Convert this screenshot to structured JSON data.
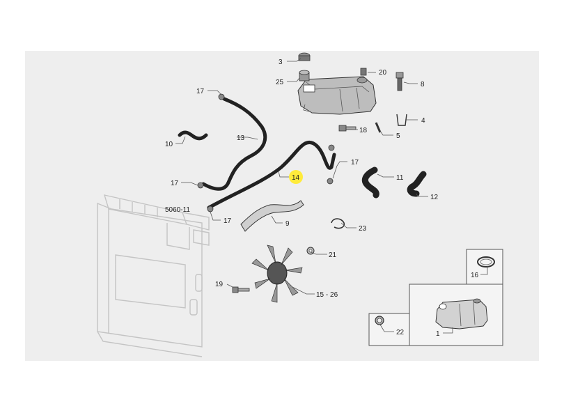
{
  "colors": {
    "background": "#eeeeee",
    "highlight": "#ffeb3b",
    "line": "#555555",
    "part_fill": "#bdbdbd"
  },
  "callouts": {
    "c1": "1",
    "c3": "3",
    "c4": "4",
    "c5": "5",
    "c8": "8",
    "c9": "9",
    "c10": "10",
    "c11": "11",
    "c12": "12",
    "c13": "13",
    "c14": "14",
    "c16": "16",
    "c17a": "17",
    "c17b": "17",
    "c17c": "17",
    "c17d": "17",
    "c18": "18",
    "c19": "19",
    "c20": "20",
    "c21": "21",
    "c22": "22",
    "c23": "23",
    "c25": "25",
    "c15_26": "15 - 26",
    "ref": "5060-11"
  },
  "highlighted_callout": "14"
}
